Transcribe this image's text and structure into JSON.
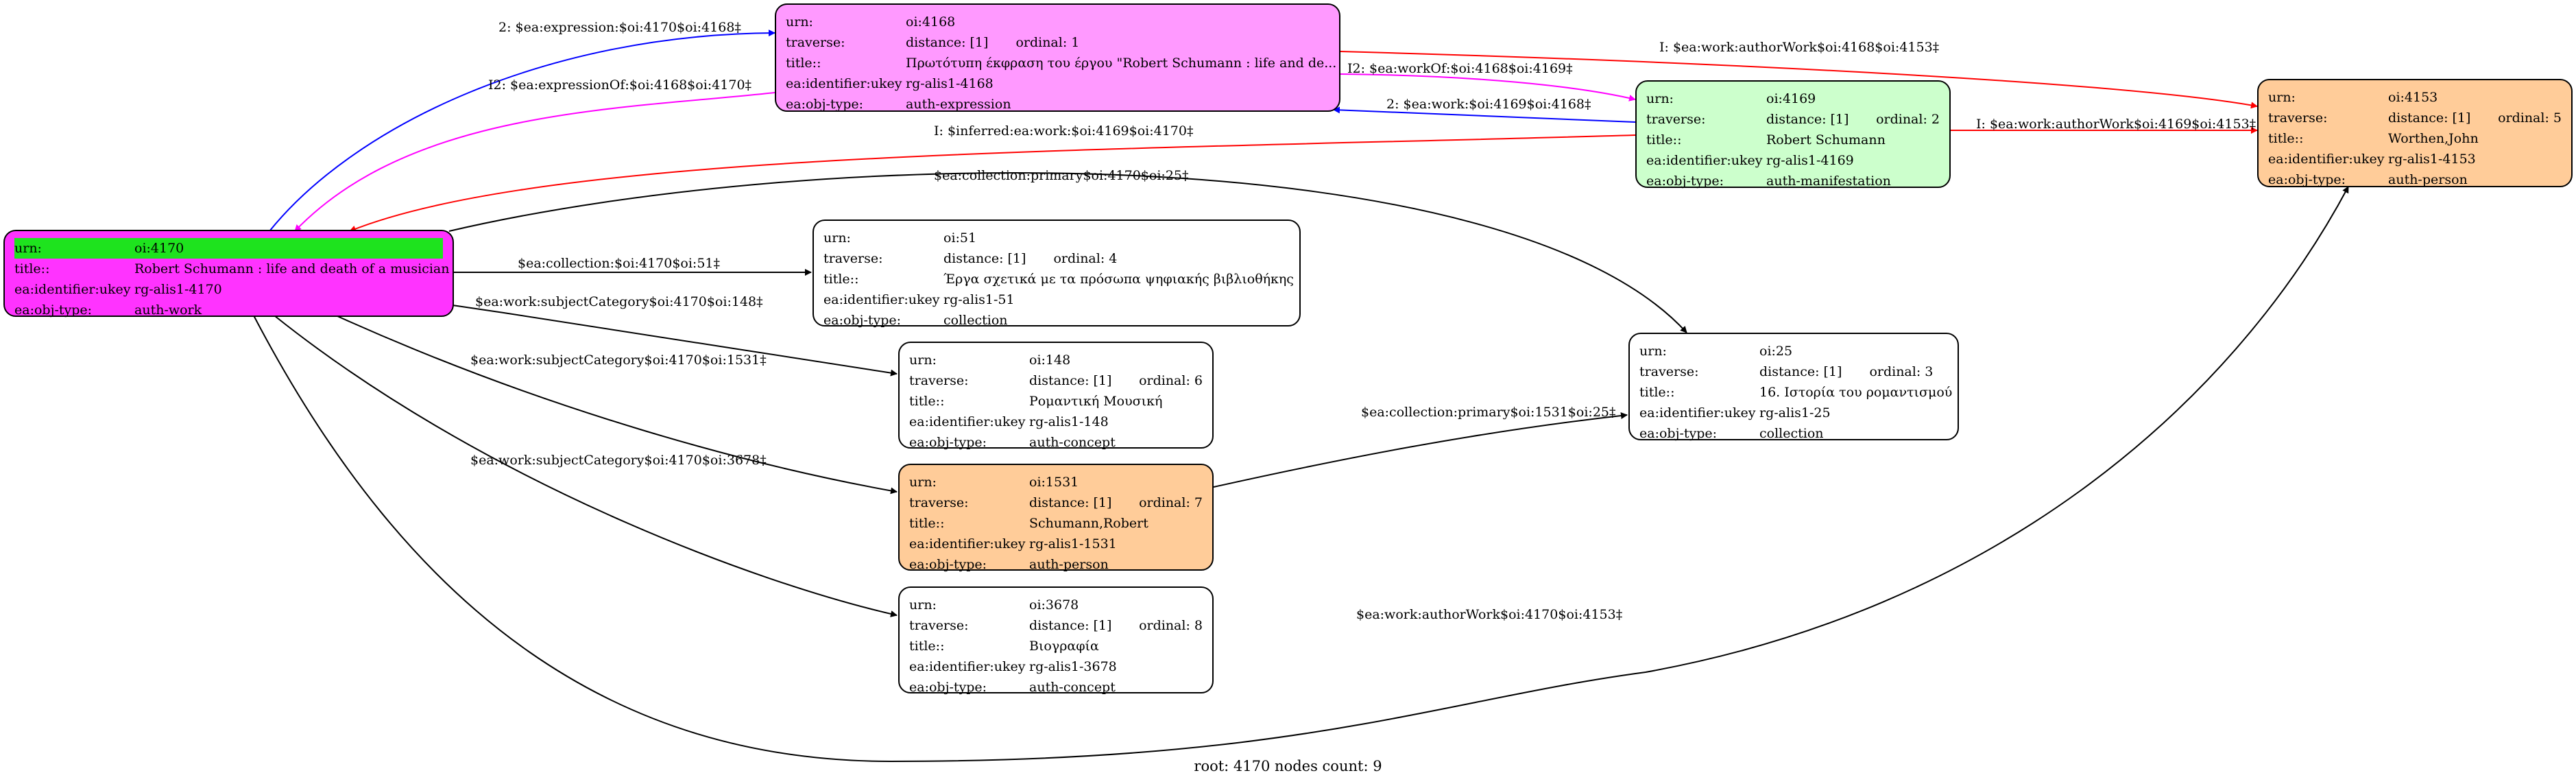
{
  "colors": {
    "root_fill": "#ff33ff",
    "root_highlight": "#1ee31e",
    "expression_fill": "#ff99ff",
    "manifestation_fill": "#ccffcc",
    "person_fill": "#ffcc99",
    "plain_fill": "#ffffff",
    "edge_blue": "#0000ff",
    "edge_magenta": "#ff00ff",
    "edge_red": "#ff0000",
    "edge_black": "#000000"
  },
  "nodes": {
    "n4170": {
      "urn_key": "urn:",
      "urn": "oi:4170",
      "title_key": "title::",
      "title": "Robert Schumann : life and death of a musician",
      "ukey_key": "ea:identifier:ukey",
      "ukey": "rg-alis1-4170",
      "type_key": "ea:obj-type:",
      "type": "auth-work"
    },
    "n4168": {
      "urn_key": "urn:",
      "urn": "oi:4168",
      "traverse_key": "traverse:",
      "distance": "distance: [1]",
      "ordinal": "ordinal: 1",
      "title_key": "title::",
      "title": "Πρωτότυπη έκφραση του έργου \"Robert Schumann : life and de...",
      "ukey_key": "ea:identifier:ukey",
      "ukey": "rg-alis1-4168",
      "type_key": "ea:obj-type:",
      "type": "auth-expression"
    },
    "n4169": {
      "urn_key": "urn:",
      "urn": "oi:4169",
      "traverse_key": "traverse:",
      "distance": "distance: [1]",
      "ordinal": "ordinal: 2",
      "title_key": "title::",
      "title": "Robert Schumann",
      "ukey_key": "ea:identifier:ukey",
      "ukey": "rg-alis1-4169",
      "type_key": "ea:obj-type:",
      "type": "auth-manifestation"
    },
    "n4153": {
      "urn_key": "urn:",
      "urn": "oi:4153",
      "traverse_key": "traverse:",
      "distance": "distance: [1]",
      "ordinal": "ordinal: 5",
      "title_key": "title::",
      "title": "Worthen,John",
      "ukey_key": "ea:identifier:ukey",
      "ukey": "rg-alis1-4153",
      "type_key": "ea:obj-type:",
      "type": "auth-person"
    },
    "n51": {
      "urn_key": "urn:",
      "urn": "oi:51",
      "traverse_key": "traverse:",
      "distance": "distance: [1]",
      "ordinal": "ordinal: 4",
      "title_key": "title::",
      "title": "Έργα σχετικά με τα πρόσωπα ψηφιακής βιβλιοθήκης",
      "ukey_key": "ea:identifier:ukey",
      "ukey": "rg-alis1-51",
      "type_key": "ea:obj-type:",
      "type": "collection"
    },
    "n148": {
      "urn_key": "urn:",
      "urn": "oi:148",
      "traverse_key": "traverse:",
      "distance": "distance: [1]",
      "ordinal": "ordinal: 6",
      "title_key": "title::",
      "title": "Ρομαντική Μουσική",
      "ukey_key": "ea:identifier:ukey",
      "ukey": "rg-alis1-148",
      "type_key": "ea:obj-type:",
      "type": "auth-concept"
    },
    "n25": {
      "urn_key": "urn:",
      "urn": "oi:25",
      "traverse_key": "traverse:",
      "distance": "distance: [1]",
      "ordinal": "ordinal: 3",
      "title_key": "title::",
      "title": "16. Ιστορία του ρομαντισμού",
      "ukey_key": "ea:identifier:ukey",
      "ukey": "rg-alis1-25",
      "type_key": "ea:obj-type:",
      "type": "collection"
    },
    "n1531": {
      "urn_key": "urn:",
      "urn": "oi:1531",
      "traverse_key": "traverse:",
      "distance": "distance: [1]",
      "ordinal": "ordinal: 7",
      "title_key": "title::",
      "title": "Schumann,Robert",
      "ukey_key": "ea:identifier:ukey",
      "ukey": "rg-alis1-1531",
      "type_key": "ea:obj-type:",
      "type": "auth-person"
    },
    "n3678": {
      "urn_key": "urn:",
      "urn": "oi:3678",
      "traverse_key": "traverse:",
      "distance": "distance: [1]",
      "ordinal": "ordinal: 8",
      "title_key": "title::",
      "title": "Βιογραφία",
      "ukey_key": "ea:identifier:ukey",
      "ukey": "rg-alis1-3678",
      "type_key": "ea:obj-type:",
      "type": "auth-concept"
    }
  },
  "edges": {
    "expression": "2: $ea:expression:$oi:4170$oi:4168‡",
    "expression_of": "I2: $ea:expressionOf:$oi:4168$oi:4170‡",
    "author_4168": "I: $ea:work:authorWork$oi:4168$oi:4153‡",
    "work_of": "I2: $ea:workOf:$oi:4168$oi:4169‡",
    "work_4169": "2: $ea:work:$oi:4169$oi:4168‡",
    "inferred": "I: $inferred:ea:work:$oi:4169$oi:4170‡",
    "author_4169": "I: $ea:work:authorWork$oi:4169$oi:4153‡",
    "collection_primary_25": "$ea:collection:primary$oi:4170$oi:25‡",
    "collection_51": "$ea:collection:$oi:4170$oi:51‡",
    "subject_148": "$ea:work:subjectCategory$oi:4170$oi:148‡",
    "subject_1531": "$ea:work:subjectCategory$oi:4170$oi:1531‡",
    "subject_3678": "$ea:work:subjectCategory$oi:4170$oi:3678‡",
    "collection_primary_1531": "$ea:collection:primary$oi:1531$oi:25‡",
    "author_4170": "$ea:work:authorWork$oi:4170$oi:4153‡"
  },
  "footer": "root: 4170 nodes count: 9"
}
